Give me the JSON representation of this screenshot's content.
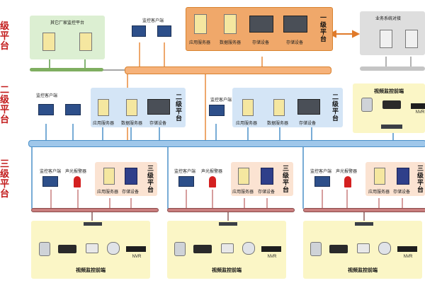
{
  "tiers": {
    "level1_fragment": "级平台",
    "level2_fragment": "二级平台",
    "level3_fragment": "三级平台"
  },
  "level1": {
    "title": "一级平台",
    "app_server": "应用服务器",
    "db_server": "数据服务器",
    "storage1": "存储设备",
    "storage2": "存储设备",
    "client": "监控客户端"
  },
  "other_vendor": {
    "title": "其它厂家监控平台"
  },
  "business": {
    "title": "业务系统对接"
  },
  "level2": [
    {
      "title": "二级平台",
      "client": "监控客户端",
      "app_server": "应用服务器",
      "db_server": "数据服务器",
      "storage": "存储设备"
    },
    {
      "title": "二级平台",
      "client": "监控客户端",
      "app_server": "应用服务器",
      "db_server": "数据服务器",
      "storage": "存储设备"
    }
  ],
  "level2_frontend": {
    "title": "视频监控前端",
    "nvr": "NVR"
  },
  "level3": [
    {
      "title": "三级平台",
      "client": "监控客户端",
      "alarm": "声光报警器",
      "app_server": "应用服务器",
      "storage": "存储设备",
      "frontend_title": "视频监控前端",
      "nvr": "NVR"
    },
    {
      "title": "三级平台",
      "client": "监控客户端",
      "alarm": "声光报警器",
      "app_server": "应用服务器",
      "storage": "存储设备",
      "frontend_title": "视频监控前端",
      "nvr": "NVR"
    },
    {
      "title": "三级平台",
      "client": "监控客户端",
      "alarm": "声光报警器",
      "app_server": "应用服务器",
      "storage": "存储设备",
      "frontend_title": "视频监控前端",
      "nvr": "NVR"
    }
  ],
  "colors": {
    "tier_text": "#c21a1a",
    "level1_panel": "#f0a86a",
    "level1_bus": "#f6b27a",
    "level2_panel": "#d4e5f6",
    "level2_bus": "#9fc7ea",
    "level3_panel": "#fbe3d2",
    "level3_bus": "#c97d7d",
    "frontend_panel": "#fbf6c6",
    "other_panel": "#dcefd2",
    "business_panel": "#dedede"
  }
}
